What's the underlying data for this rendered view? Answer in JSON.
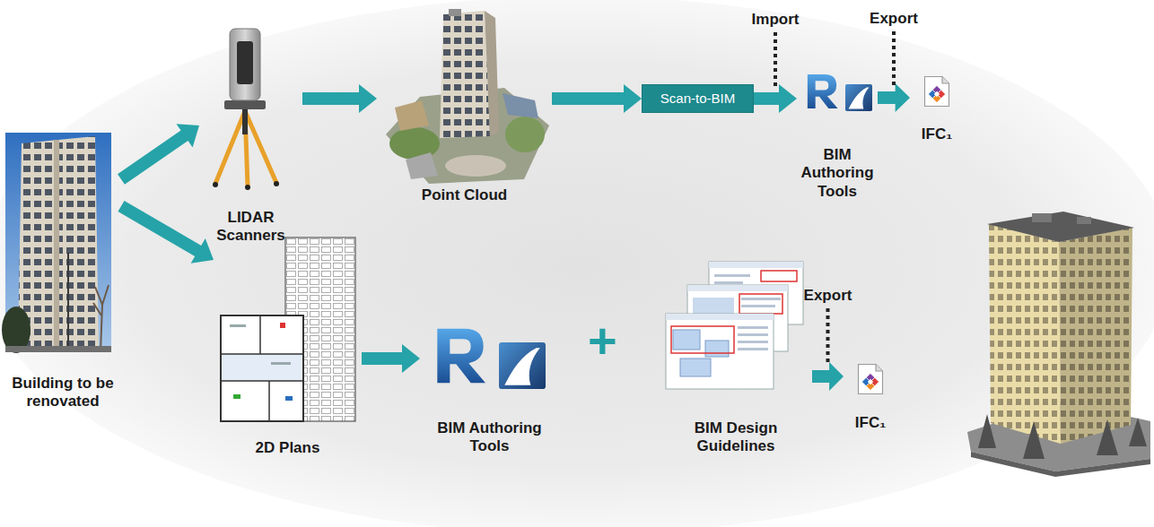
{
  "diagram": {
    "nodes": [
      {
        "text": [
          "Building to be renovated"
        ]
      },
      {
        "text": [
          "LIDAR Scanners"
        ]
      },
      {
        "text": [
          "Point Cloud"
        ]
      },
      {
        "text": [
          "Scan-to-BIM"
        ]
      },
      {
        "text": [
          "BIM Authoring Tools"
        ]
      },
      {
        "text": [
          "IFC₁"
        ]
      },
      {
        "text": [
          "2D Plans"
        ]
      },
      {
        "text": [
          "BIM Authoring Tools"
        ]
      },
      {
        "text": [
          "BIM Design Guidelines"
        ]
      },
      {
        "text": [
          "IFC₁"
        ]
      }
    ],
    "edges": [
      {
        "from": 0,
        "to": 1,
        "arrow": "to"
      },
      {
        "from": 1,
        "to": 2,
        "arrow": "to"
      },
      {
        "from": 2,
        "to": 3,
        "arrow": "to"
      },
      {
        "from": 3,
        "to": 4,
        "label": "Import",
        "arrow": "to"
      },
      {
        "from": 4,
        "to": 5,
        "label": "Export",
        "arrow": "to"
      },
      {
        "from": 0,
        "to": 6,
        "arrow": "to"
      },
      {
        "from": 6,
        "to": 7,
        "arrow": "to"
      },
      {
        "from": 8,
        "to": 9,
        "label": "Export",
        "arrow": "to"
      }
    ],
    "labels": [
      "+"
    ]
  }
}
